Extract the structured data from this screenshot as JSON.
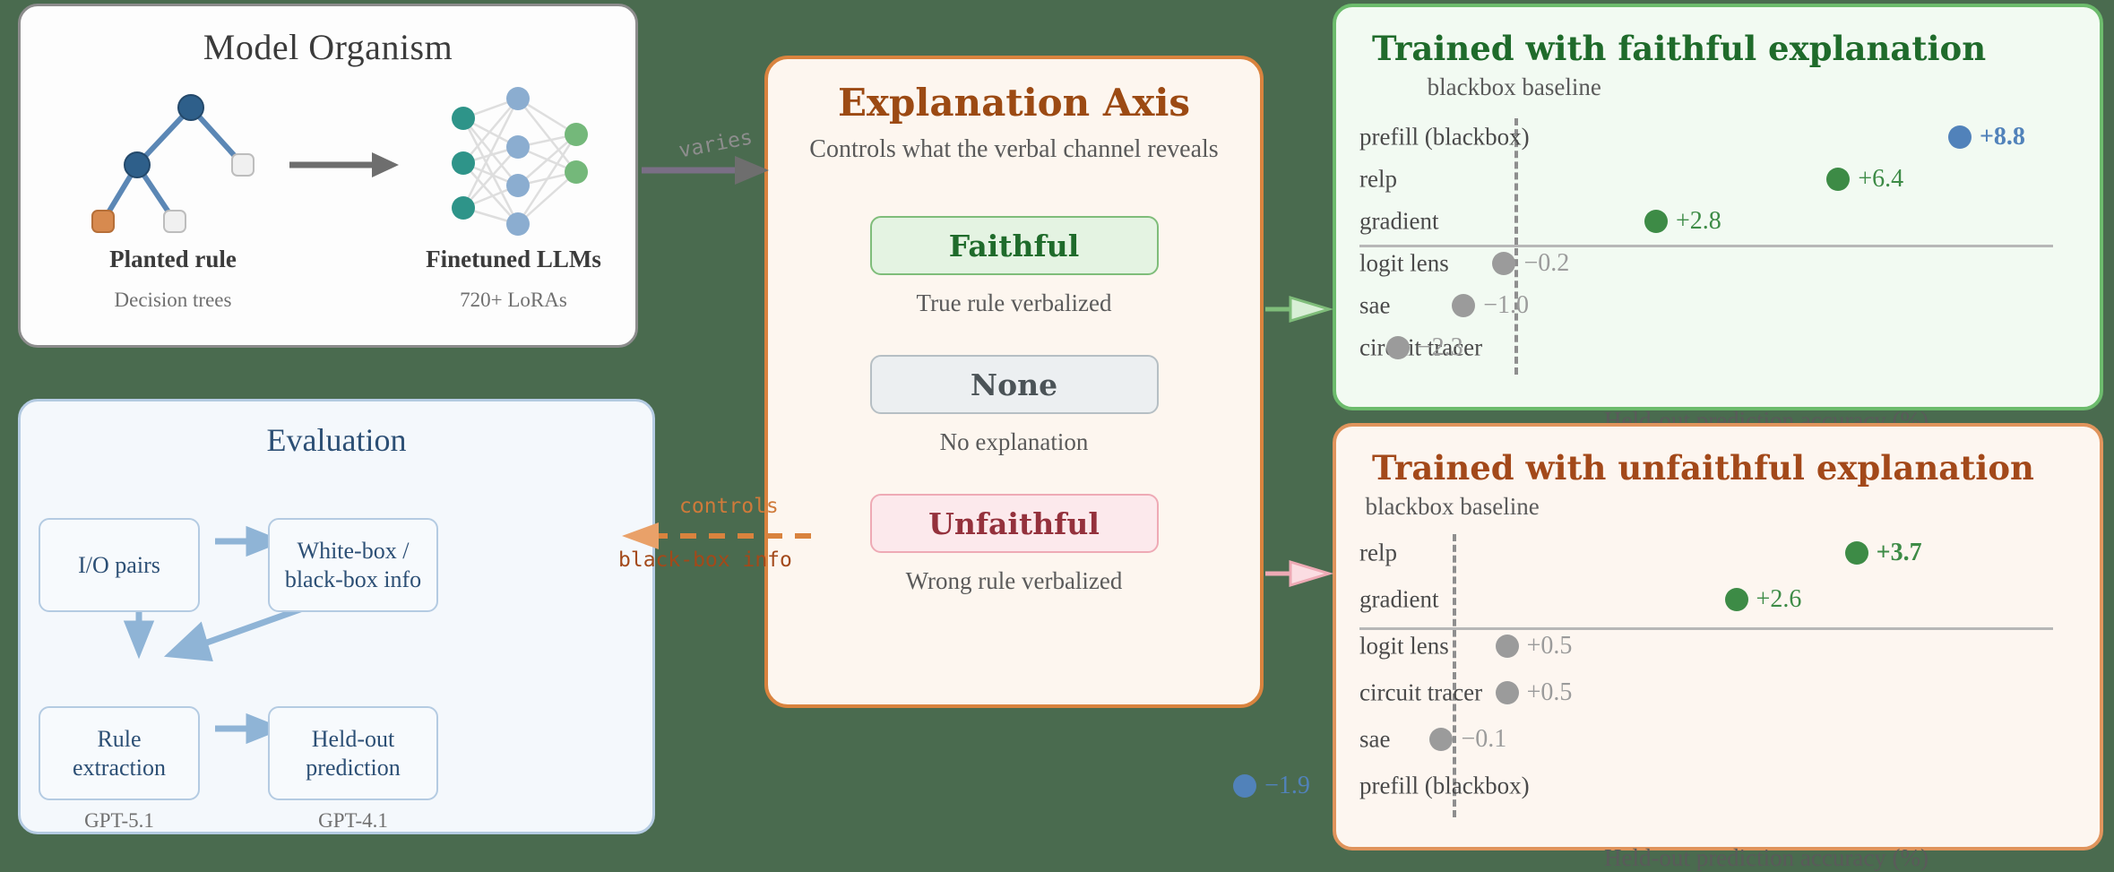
{
  "background_color": "#4a6b4f",
  "model_organism": {
    "title": "Model Organism",
    "left_caption": "Planted rule",
    "left_sub": "Decision trees",
    "right_caption": "Finetuned LLMs",
    "right_sub": "720+ LoRAs",
    "tree_icon": "decision-tree-icon",
    "net_icon": "neural-network-icon",
    "arrow_icon": "arrow-right-icon"
  },
  "evaluation": {
    "title": "Evaluation",
    "boxes": [
      {
        "id": "io-pairs",
        "label": "I/O pairs"
      },
      {
        "id": "whitebox-blackbox-info",
        "label": "White-box /\nblack-box info"
      },
      {
        "id": "rule-extraction",
        "label": "Rule\nextraction"
      },
      {
        "id": "held-out-prediction",
        "label": "Held-out\nprediction"
      }
    ],
    "subs": [
      {
        "id": "rule-extraction-model",
        "label": "GPT-5.1"
      },
      {
        "id": "held-out-prediction-model",
        "label": "GPT-4.1"
      }
    ]
  },
  "explanation_axis": {
    "title": "Explanation Axis",
    "subtitle": "Controls what the verbal channel reveals",
    "options": [
      {
        "id": "faithful",
        "label": "Faithful",
        "note": "True rule verbalized",
        "color": "#1f6b2b"
      },
      {
        "id": "none",
        "label": "None",
        "note": "No explanation",
        "color": "#4b5357"
      },
      {
        "id": "unfaithful",
        "label": "Unfaithful",
        "note": "Wrong rule verbalized",
        "color": "#94313c"
      }
    ]
  },
  "connectors": {
    "varies": "varies",
    "controls": "controls",
    "black_box_info": "black-box info"
  },
  "chart_data": [
    {
      "id": "faithful-results",
      "type": "scatter",
      "title": "Trained with faithful explanation",
      "baseline_label": "blackbox baseline",
      "xlabel": "Held-out prediction accuracy (%)",
      "baseline_value": 0,
      "accent_color": "#6cbb6c",
      "categories": [
        "prefill (blackbox)",
        "relp",
        "gradient",
        "logit lens",
        "sae",
        "circuit tracer"
      ],
      "values": [
        8.8,
        6.4,
        2.8,
        -0.2,
        -1.0,
        -2.3
      ],
      "labels": [
        "+8.8",
        "+6.4",
        "+2.8",
        "−0.2",
        "−1.0",
        "−2.3"
      ],
      "point_colors": [
        "#5182ba",
        "#3d8b46",
        "#3d8b46",
        "#9b9b9b",
        "#9b9b9b",
        "#9b9b9b"
      ],
      "bold": [
        true,
        false,
        false,
        false,
        false,
        false
      ],
      "separator_after": 2,
      "xlim": [
        -3.5,
        10.5
      ]
    },
    {
      "id": "unfaithful-results",
      "type": "scatter",
      "title": "Trained with unfaithful explanation",
      "baseline_label": "blackbox baseline",
      "xlabel": "Held-out prediction accuracy (%)",
      "baseline_value": 0,
      "accent_color": "#e0945c",
      "categories": [
        "relp",
        "gradient",
        "logit lens",
        "circuit tracer",
        "sae",
        "prefill (blackbox)"
      ],
      "values": [
        3.7,
        2.6,
        0.5,
        0.5,
        -0.1,
        -1.9
      ],
      "labels": [
        "+3.7",
        "+2.6",
        "+0.5",
        "+0.5",
        "−0.1",
        "−1.9"
      ],
      "point_colors": [
        "#3d8b46",
        "#3d8b46",
        "#9b9b9b",
        "#9b9b9b",
        "#9b9b9b",
        "#5182ba"
      ],
      "bold": [
        true,
        false,
        false,
        false,
        false,
        false
      ],
      "separator_after": 1,
      "xlim": [
        -3.0,
        5.5
      ]
    }
  ]
}
